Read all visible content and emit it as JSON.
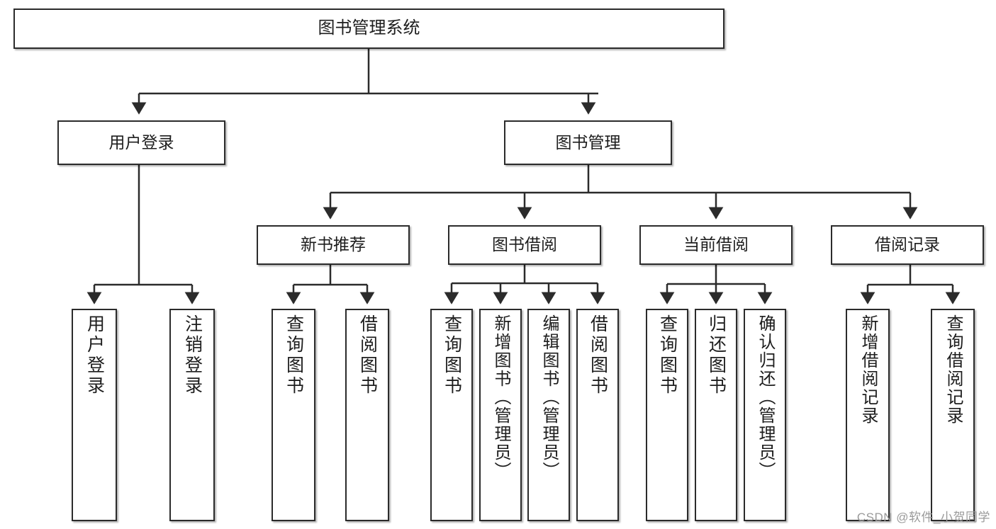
{
  "diagram": {
    "title": "图书管理系统",
    "type": "hierarchy-tree",
    "watermark": "CSDN @软件_小贺同学",
    "colors": {
      "box_border": "#2b2b2b",
      "box_fill": "#ffffff",
      "connector": "#2b2b2b",
      "watermark_text": "#9a9a9a",
      "background": "#ffffff"
    },
    "root": {
      "id": "root",
      "label": "图书管理系统"
    },
    "level2": [
      {
        "id": "user-login",
        "label": "用户登录"
      },
      {
        "id": "book-manage",
        "label": "图书管理"
      }
    ],
    "level3": [
      {
        "id": "new-book-recommend",
        "label": "新书推荐"
      },
      {
        "id": "book-borrow",
        "label": "图书借阅"
      },
      {
        "id": "current-borrow",
        "label": "当前借阅"
      },
      {
        "id": "borrow-record",
        "label": "借阅记录"
      }
    ],
    "leaves": [
      {
        "id": "leaf-user-login",
        "label": "用户登录",
        "parent": "user-login"
      },
      {
        "id": "leaf-logout-login",
        "label": "注销登录",
        "parent": "user-login"
      },
      {
        "id": "leaf-query-book-1",
        "label": "查询图书",
        "parent": "new-book-recommend"
      },
      {
        "id": "leaf-borrow-book-1",
        "label": "借阅图书",
        "parent": "new-book-recommend"
      },
      {
        "id": "leaf-query-book-2",
        "label": "查询图书",
        "parent": "book-borrow"
      },
      {
        "id": "leaf-add-book-admin",
        "label": "新增图书（管理员）",
        "parent": "book-borrow"
      },
      {
        "id": "leaf-edit-book-admin",
        "label": "编辑图书（管理员）",
        "parent": "book-borrow"
      },
      {
        "id": "leaf-borrow-book-2",
        "label": "借阅图书",
        "parent": "book-borrow"
      },
      {
        "id": "leaf-query-book-3",
        "label": "查询图书",
        "parent": "current-borrow"
      },
      {
        "id": "leaf-return-book",
        "label": "归还图书",
        "parent": "current-borrow"
      },
      {
        "id": "leaf-confirm-return-admin",
        "label": "确认归还（管理员）",
        "parent": "current-borrow"
      },
      {
        "id": "leaf-add-borrow-record",
        "label": "新增借阅记录",
        "parent": "borrow-record"
      },
      {
        "id": "leaf-query-borrow-record",
        "label": "查询借阅记录",
        "parent": "borrow-record"
      }
    ]
  }
}
